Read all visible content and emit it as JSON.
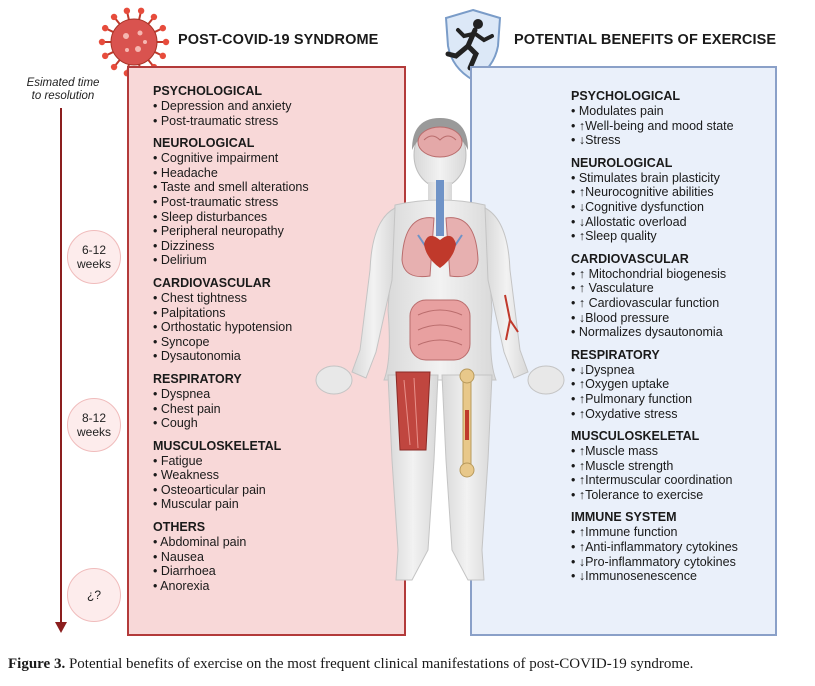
{
  "left_header": "POST-COVID-19 SYNDROME",
  "right_header": "POTENTIAL BENEFITS OF EXERCISE",
  "timeline": {
    "label": "Esimated time to resolution",
    "bubbles": [
      "6-12\nweeks",
      "8-12\nweeks",
      "¿?"
    ]
  },
  "left_sections": [
    {
      "title": "PSYCHOLOGICAL",
      "items": [
        "• Depression and anxiety",
        "• Post-traumatic stress"
      ]
    },
    {
      "title": "NEUROLOGICAL",
      "items": [
        "• Cognitive impairment",
        "• Headache",
        "• Taste and smell alterations",
        "• Post-traumatic stress",
        "• Sleep disturbances",
        "• Peripheral neuropathy",
        "• Dizziness",
        "• Delirium"
      ]
    },
    {
      "title": "CARDIOVASCULAR",
      "items": [
        "• Chest tightness",
        "• Palpitations",
        "• Orthostatic hypotension",
        "• Syncope",
        "• Dysautonomia"
      ]
    },
    {
      "title": "RESPIRATORY",
      "items": [
        "• Dyspnea",
        "• Chest pain",
        "• Cough"
      ]
    },
    {
      "title": "MUSCULOSKELETAL",
      "items": [
        "• Fatigue",
        "• Weakness",
        "• Osteoarticular pain",
        "• Muscular pain"
      ]
    },
    {
      "title": "OTHERS",
      "items": [
        "• Abdominal pain",
        "• Nausea",
        "• Diarrhoea",
        "• Anorexia"
      ]
    }
  ],
  "right_sections": [
    {
      "title": "PSYCHOLOGICAL",
      "items": [
        "• Modulates pain",
        "• ↑Well-being and mood state",
        "• ↓Stress"
      ]
    },
    {
      "title": "NEUROLOGICAL",
      "items": [
        "• Stimulates brain plasticity",
        "• ↑Neurocognitive abilities",
        "• ↓Cognitive dysfunction",
        "• ↓Allostatic overload",
        "• ↑Sleep quality"
      ]
    },
    {
      "title": "CARDIOVASCULAR",
      "items": [
        "• ↑ Mitochondrial biogenesis",
        "• ↑ Vasculature",
        "• ↑ Cardiovascular function",
        "• ↓Blood pressure",
        "• Normalizes dysautonomia"
      ]
    },
    {
      "title": "RESPIRATORY",
      "items": [
        "• ↓Dyspnea",
        "• ↑Oxygen uptake",
        "• ↑Pulmonary function",
        "• ↑Oxydative stress"
      ]
    },
    {
      "title": "MUSCULOSKELETAL",
      "items": [
        "• ↑Muscle mass",
        "• ↑Muscle strength",
        "• ↑Intermuscular coordination",
        "• ↑Tolerance to exercise"
      ]
    },
    {
      "title": "IMMUNE SYSTEM",
      "items": [
        "• ↑Immune function",
        "• ↑Anti-inflammatory cytokines",
        "• ↓Pro-inflammatory cytokines",
        "• ↓Immunosenescence"
      ]
    }
  ],
  "caption": {
    "label": "Figure 3.",
    "text": "Potential benefits of exercise on the most frequent clinical manifestations of post-COVID-19 syndrome."
  },
  "colors": {
    "left_fill": "#f8d8d8",
    "left_border": "#b33a3a",
    "right_fill": "#eaf0fa",
    "right_border": "#8aa0c8",
    "virus": "#c0392b",
    "timeline": "#8b1e1e"
  },
  "icons": [
    "coronavirus-icon",
    "runner-shield-icon",
    "human-body-illustration"
  ]
}
